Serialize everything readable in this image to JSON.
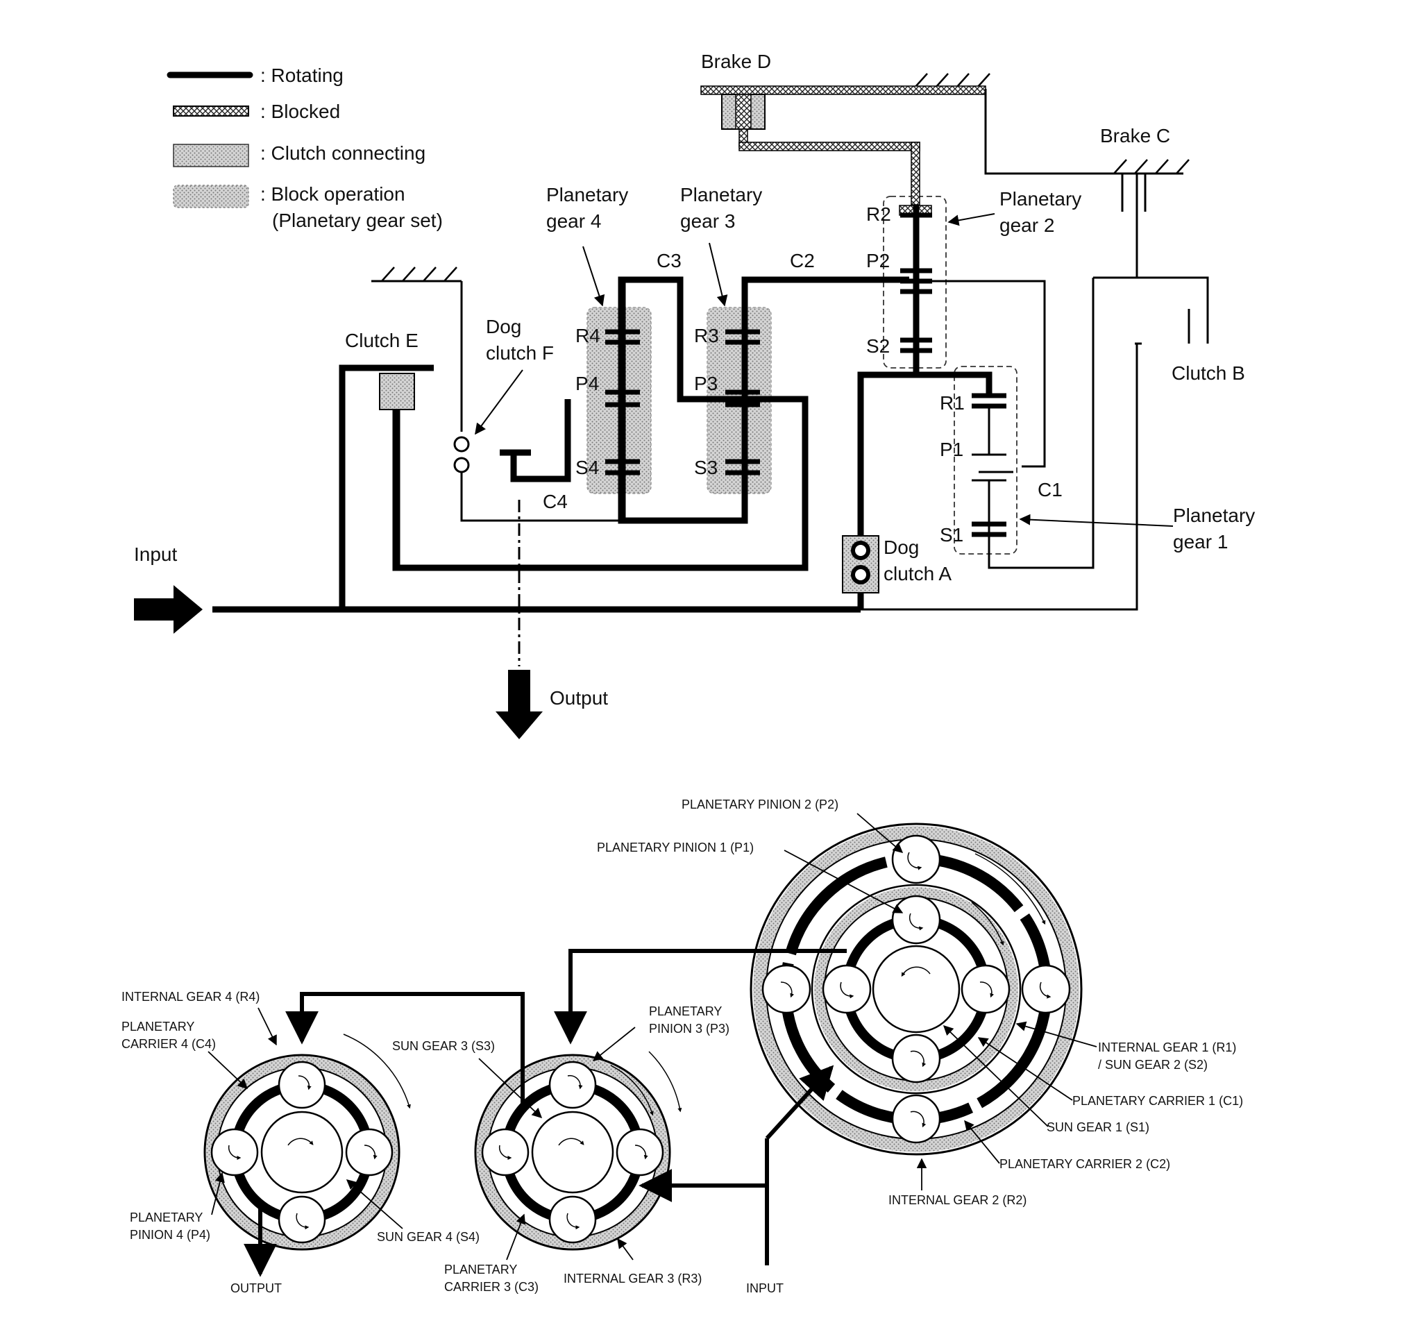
{
  "legend": {
    "rotating": ": Rotating",
    "blocked": ": Blocked",
    "clutch_connecting": ": Clutch connecting",
    "block_operation_1": ": Block operation",
    "block_operation_2": "(Planetary gear set)"
  },
  "schematic": {
    "brake_d": "Brake D",
    "brake_c": "Brake C",
    "clutch_b": "Clutch B",
    "clutch_e": "Clutch E",
    "dog_f_1": "Dog",
    "dog_f_2": "clutch F",
    "dog_a_1": "Dog",
    "dog_a_2": "clutch A",
    "pg4_1": "Planetary",
    "pg4_2": "gear 4",
    "pg3_1": "Planetary",
    "pg3_2": "gear 3",
    "pg2_1": "Planetary",
    "pg2_2": "gear 2",
    "pg1_1": "Planetary",
    "pg1_2": "gear 1",
    "c1": "C1",
    "c2": "C2",
    "c3": "C3",
    "c4": "C4",
    "r1": "R1",
    "p1": "P1",
    "s1": "S1",
    "r2": "R2",
    "p2": "P2",
    "s2": "S2",
    "r3": "R3",
    "p3": "P3",
    "s3": "S3",
    "r4": "R4",
    "p4": "P4",
    "s4": "S4",
    "input": "Input",
    "output": "Output"
  },
  "gear_view": {
    "p2": "PLANETARY PINION 2 (P2)",
    "p1": "PLANETARY PINION 1 (P1)",
    "r4": "INTERNAL GEAR 4 (R4)",
    "c4_1": "PLANETARY",
    "c4_2": "CARRIER 4 (C4)",
    "s3": "SUN GEAR 3 (S3)",
    "p3_1": "PLANETARY",
    "p3_2": "PINION 3 (P3)",
    "r1_1": "INTERNAL GEAR 1 (R1)",
    "r1_2": "/ SUN GEAR 2 (S2)",
    "c1": "PLANETARY CARRIER 1 (C1)",
    "s1": "SUN GEAR 1 (S1)",
    "c2": "PLANETARY CARRIER 2 (C2)",
    "r2": "INTERNAL GEAR 2 (R2)",
    "p4_1": "PLANETARY",
    "p4_2": "PINION 4 (P4)",
    "s4": "SUN GEAR 4 (S4)",
    "c3_1": "PLANETARY",
    "c3_2": "CARRIER 3 (C3)",
    "r3": "INTERNAL GEAR 3 (R3)",
    "output": "OUTPUT",
    "input": "INPUT"
  }
}
